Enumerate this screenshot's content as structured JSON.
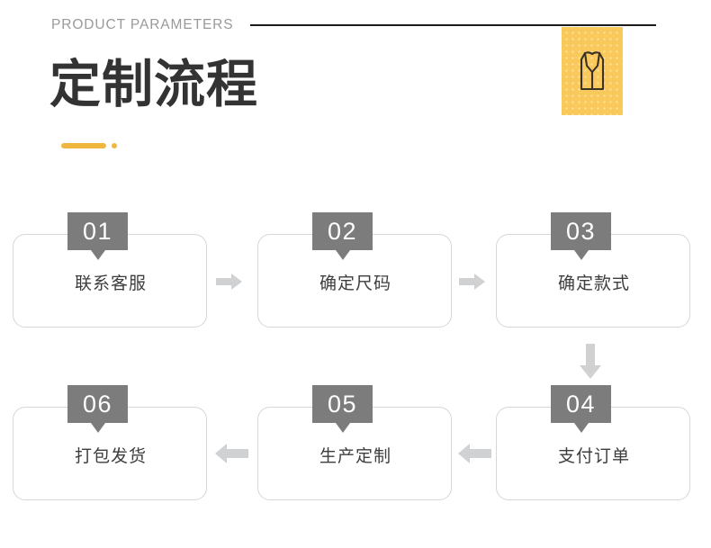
{
  "header": {
    "eyebrow": "PRODUCT PARAMETERS",
    "title": "定制流程",
    "accent_color": "#f0b73f",
    "accent_card_color": "#f9c95c",
    "rule_color": "#1b1b1b",
    "eyebrow_color": "#9a9a9a",
    "title_color": "#333333",
    "icon_name": "blazer-shirt-icon"
  },
  "flow": {
    "badge_color": "#7c7c7c",
    "card_border_color": "#d5d7d9",
    "arrow_color": "#cfd1d3",
    "steps": [
      {
        "number": "01",
        "label": "联系客服"
      },
      {
        "number": "02",
        "label": "确定尺码"
      },
      {
        "number": "03",
        "label": "确定款式"
      },
      {
        "number": "04",
        "label": "支付订单"
      },
      {
        "number": "05",
        "label": "生产定制"
      },
      {
        "number": "06",
        "label": "打包发货"
      }
    ],
    "connectors": [
      {
        "from": "01",
        "to": "02",
        "direction": "right"
      },
      {
        "from": "02",
        "to": "03",
        "direction": "right"
      },
      {
        "from": "03",
        "to": "04",
        "direction": "down"
      },
      {
        "from": "04",
        "to": "05",
        "direction": "left"
      },
      {
        "from": "05",
        "to": "06",
        "direction": "left"
      }
    ]
  }
}
